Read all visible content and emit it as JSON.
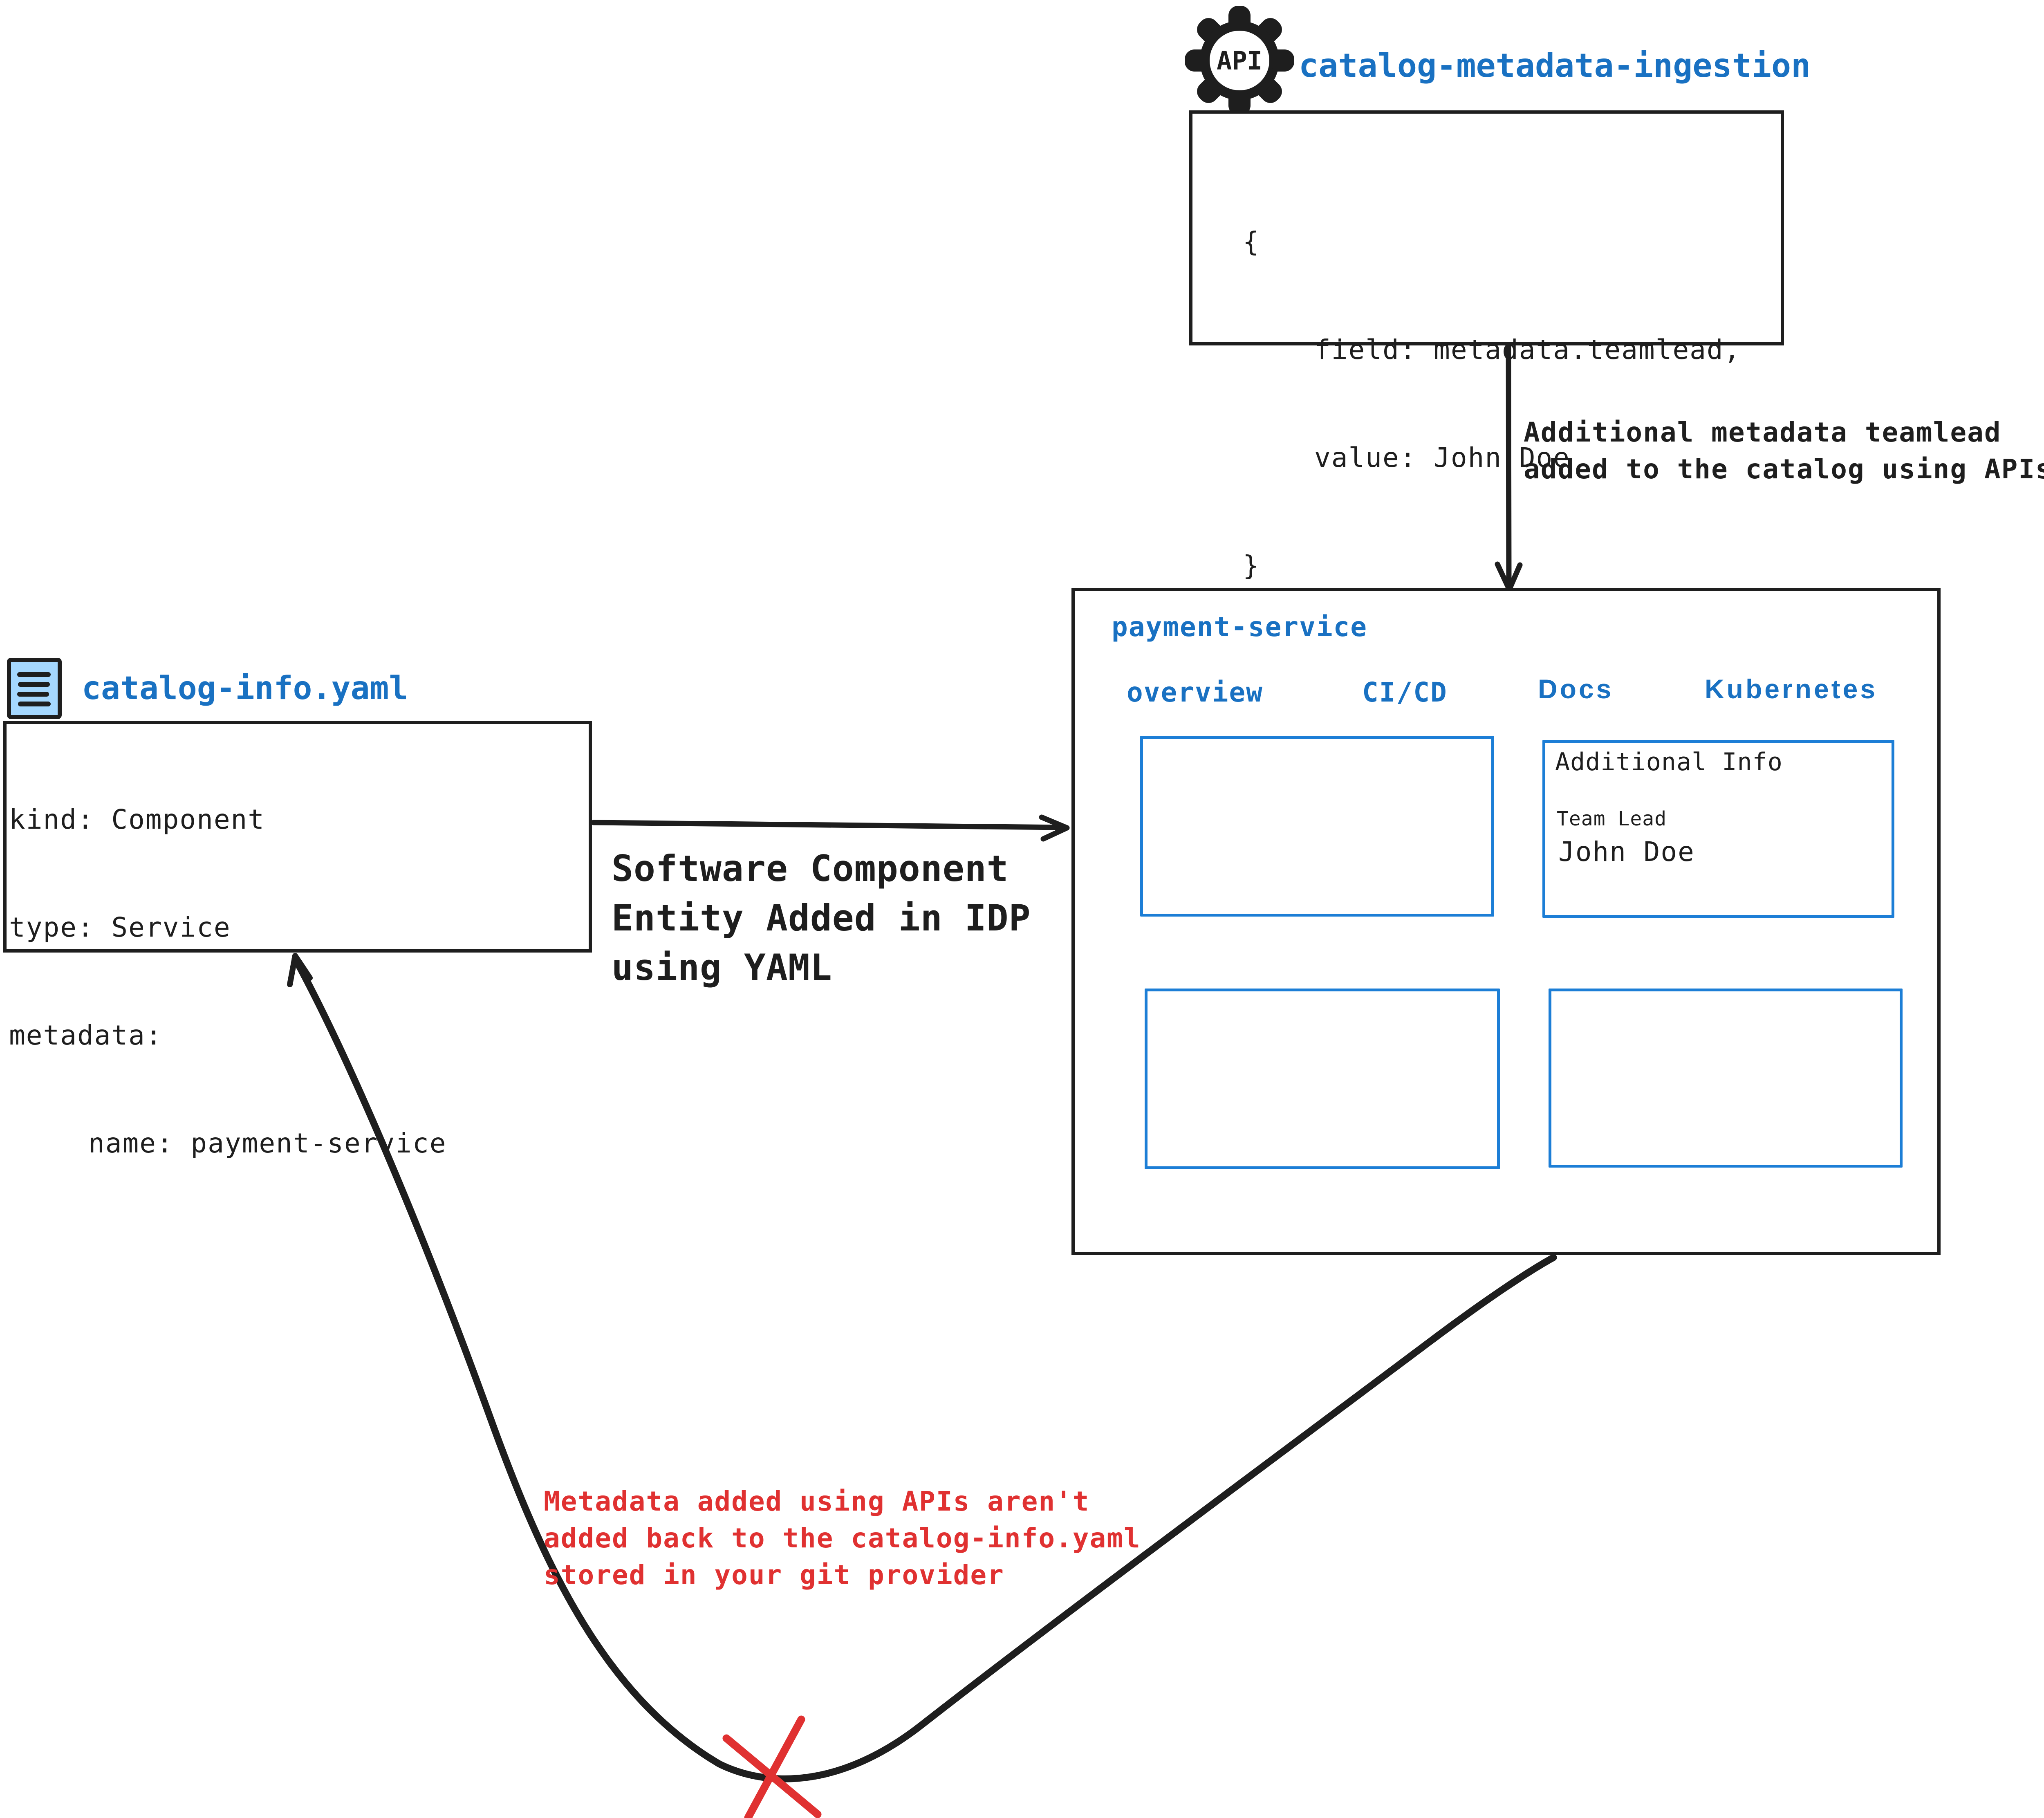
{
  "colors": {
    "ink": "#1e1e1e",
    "blue_text": "#1971c2",
    "blue_border": "#1c7ed6",
    "light_blue_fill": "#a5d8ff",
    "red": "#e03131"
  },
  "api_service": {
    "icon_label": "API",
    "name": "catalog-metadata-ingestion",
    "payload_lines": [
      "{",
      "field: metadata.teamlead,",
      "value: John Doe",
      "}"
    ]
  },
  "api_arrow": {
    "label_lines": [
      "Additional metadata teamlead",
      "added to the catalog using APIs"
    ]
  },
  "yaml_file": {
    "name": "catalog-info.yaml",
    "lines": [
      "kind: Component",
      "type: Service",
      "metadata:",
      "name: payment-service"
    ]
  },
  "yaml_arrow": {
    "label_lines": [
      "Software Component",
      "Entity Added in IDP",
      "using YAML"
    ]
  },
  "idp_portal": {
    "name": "payment-service",
    "tabs": [
      "overview",
      "CI/CD",
      "Docs",
      "Kubernetes"
    ],
    "additional_info": {
      "heading": "Additional Info",
      "field_label": "Team Lead",
      "field_value": "John Doe"
    }
  },
  "warning": {
    "label_lines": [
      "Metadata added using APIs aren't",
      "added back to the catalog-info.yaml",
      "stored in your git provider"
    ]
  }
}
